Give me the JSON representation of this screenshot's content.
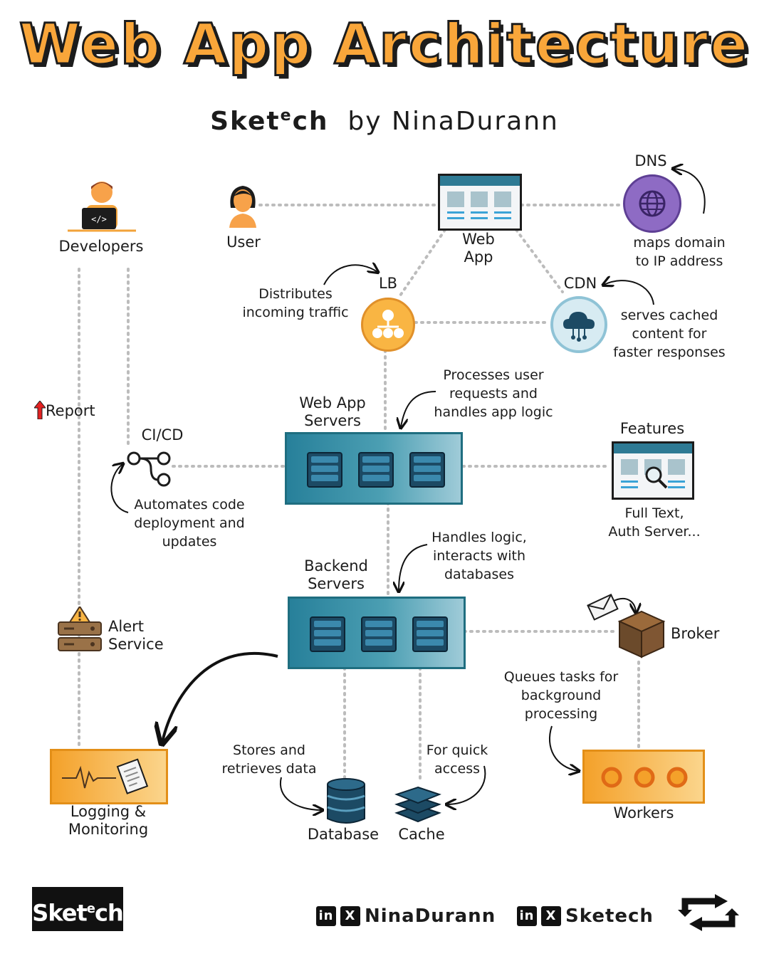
{
  "title": "Web App Architecture",
  "subtitle": {
    "brand_main": "Sket",
    "brand_sup": "e",
    "brand_tail": "ch",
    "by": "by NinaDurann"
  },
  "nodes": {
    "developers": "Developers",
    "user": "User",
    "webapp_line1": "Web",
    "webapp_line2": "App",
    "dns": "DNS",
    "lb": "LB",
    "cdn": "CDN",
    "web_app_servers_line1": "Web App",
    "web_app_servers_line2": "Servers",
    "cicd": "CI/CD",
    "features": "Features",
    "backend_servers_line1": "Backend",
    "backend_servers_line2": "Servers",
    "alert_line1": "Alert",
    "alert_line2": "Service",
    "broker": "Broker",
    "logging_line1": "Logging &",
    "logging_line2": "Monitoring",
    "database": "Database",
    "cache": "Cache",
    "workers": "Workers",
    "report": "Report"
  },
  "notes": {
    "dns": [
      "maps domain",
      "to IP address"
    ],
    "lb": [
      "Distributes",
      "incoming traffic"
    ],
    "cdn": [
      "serves cached",
      "content for",
      "faster responses"
    ],
    "web_app_servers": [
      "Processes user",
      "requests and",
      "handles app logic"
    ],
    "cicd": [
      "Automates code",
      "deployment and",
      "updates"
    ],
    "features": [
      "Full Text,",
      "Auth Server..."
    ],
    "backend": [
      "Handles logic,",
      "interacts with",
      "databases"
    ],
    "broker": [
      "Queues tasks for",
      "background",
      "processing"
    ],
    "database": [
      "Stores and",
      "retrieves data"
    ],
    "cache": [
      "For quick",
      "access"
    ]
  },
  "footer": {
    "logo_main": "Sket",
    "logo_sup": "e",
    "logo_tail": "ch",
    "social1_name": "NinaDurann",
    "social2_name": "Sketech",
    "linkedin_glyph": "in",
    "x_glyph": "X"
  },
  "colors": {
    "title_fill": "#f9a63a",
    "server_teal": "#27809a",
    "lb_orange": "#f9b543",
    "dns_purple": "#8e6bc4",
    "cdn_blue": "#b6dbe8",
    "worker_orange": "#f4a12a",
    "broker_brown": "#6b4a2b",
    "report_arrow": "#e32222"
  },
  "icons": [
    "developer-person-icon",
    "user-avatar-icon",
    "web-app-window-icon",
    "globe-icon",
    "load-balancer-icon",
    "cloud-network-icon",
    "server-rack-icon",
    "git-branch-icon",
    "search-window-icon",
    "alert-server-icon",
    "envelope-icon",
    "box-icon",
    "pulse-document-icon",
    "database-icon",
    "stack-icon",
    "worker-circles-icon",
    "repost-icon",
    "up-arrow-icon"
  ]
}
